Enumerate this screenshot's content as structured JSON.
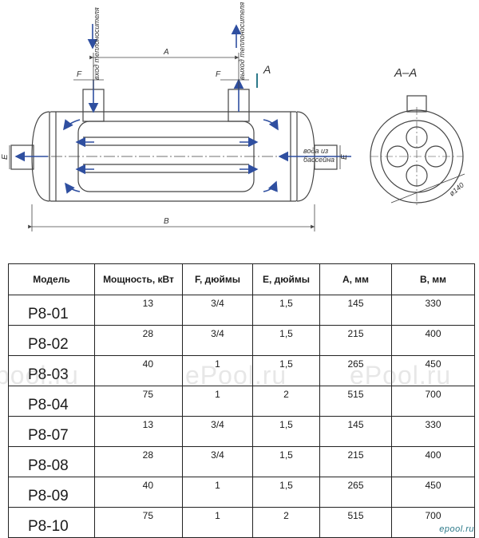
{
  "drawing": {
    "label_inlet_top": "вход теплоносителя",
    "label_outlet_top": "выход теплоносителя",
    "label_water_line1": "вода из",
    "label_water_line2": "бассейна",
    "dim_A": "A",
    "dim_B": "B",
    "dim_F_left": "F",
    "dim_F_right": "F",
    "dim_E_left": "E",
    "dim_E_right": "E",
    "section_marker": "A",
    "section_title": "A–A",
    "diameter_label": "ø140"
  },
  "table": {
    "headers": [
      "Модель",
      "Мощность, кВт",
      "F, дюймы",
      "E, дюймы",
      "A, мм",
      "B, мм"
    ],
    "rows": [
      {
        "model": "P8-01",
        "power": "13",
        "f": "3/4",
        "e": "1,5",
        "a": "145",
        "b": "330"
      },
      {
        "model": "P8-02",
        "power": "28",
        "f": "3/4",
        "e": "1,5",
        "a": "215",
        "b": "400"
      },
      {
        "model": "P8-03",
        "power": "40",
        "f": "1",
        "e": "1,5",
        "a": "265",
        "b": "450"
      },
      {
        "model": "P8-04",
        "power": "75",
        "f": "1",
        "e": "2",
        "a": "515",
        "b": "700"
      },
      {
        "model": "P8-07",
        "power": "13",
        "f": "3/4",
        "e": "1,5",
        "a": "145",
        "b": "330"
      },
      {
        "model": "P8-08",
        "power": "28",
        "f": "3/4",
        "e": "1,5",
        "a": "215",
        "b": "400"
      },
      {
        "model": "P8-09",
        "power": "40",
        "f": "1",
        "e": "1,5",
        "a": "265",
        "b": "450"
      },
      {
        "model": "P8-10",
        "power": "75",
        "f": "1",
        "e": "2",
        "a": "515",
        "b": "700"
      }
    ]
  },
  "watermarks": [
    "pool.ru",
    "ePool.ru",
    "ePool.ru"
  ],
  "logo": "epool.ru",
  "colors": {
    "arrow_blue": "#2f4fa0",
    "line": "#333333",
    "logo": "#2d7a8a"
  }
}
